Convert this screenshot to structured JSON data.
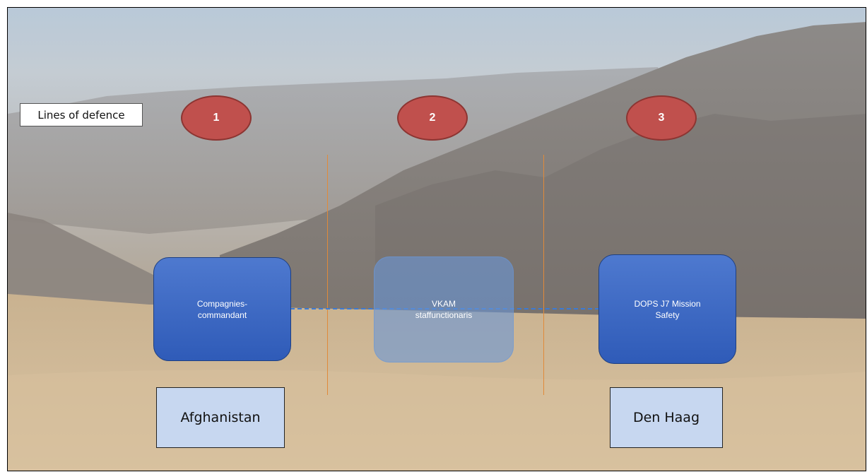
{
  "title_label": "Lines of defence",
  "circles": [
    "1",
    "2",
    "3"
  ],
  "roles": {
    "left": "Compagnies-\ncommandant",
    "middle": "VKAM\nstaffunctionaris",
    "right": "DOPS J7 Mission\nSafety"
  },
  "locations": {
    "left": "Afghanistan",
    "right": "Den Haag"
  },
  "colors": {
    "circle": "#c0504d",
    "role_box": "#3a67c4",
    "location_box": "#c7d7f0",
    "divider": "#e08a3a"
  }
}
